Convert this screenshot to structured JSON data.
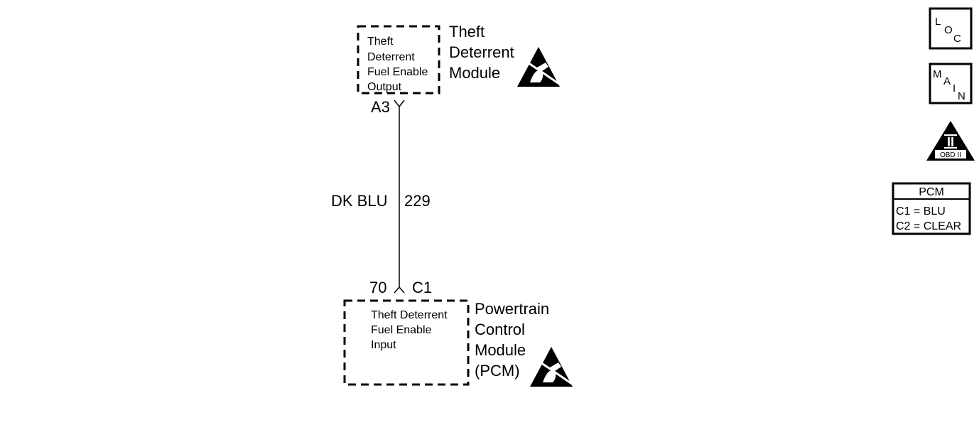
{
  "theft_module": {
    "internal_lines": [
      "Theft",
      "Deterrent",
      "Fuel Enable",
      "Output"
    ],
    "name_lines": [
      "Theft",
      "Deterrent",
      "Module"
    ],
    "pin": "A3"
  },
  "wire": {
    "color": "DK BLU",
    "circuit": "229"
  },
  "pcm_module": {
    "pin": "70",
    "connector": "C1",
    "internal_lines": [
      "Theft Deterrent",
      "Fuel Enable",
      "Input"
    ],
    "name_lines": [
      "Powertrain",
      "Control",
      "Module",
      "(PCM)"
    ]
  },
  "icons": {
    "loc": {
      "l1": "L",
      "l2": "O",
      "l3": "C"
    },
    "main": {
      "l1": "M",
      "l2": "A",
      "l3": "I",
      "l4": "N"
    },
    "obd": {
      "numeral": "II",
      "label": "OBD II"
    },
    "esd_icon": "electrostatic-discharge-icon"
  },
  "pcm_legend": {
    "title": "PCM",
    "rows": [
      "C1 = BLU",
      "C2 = CLEAR"
    ]
  }
}
